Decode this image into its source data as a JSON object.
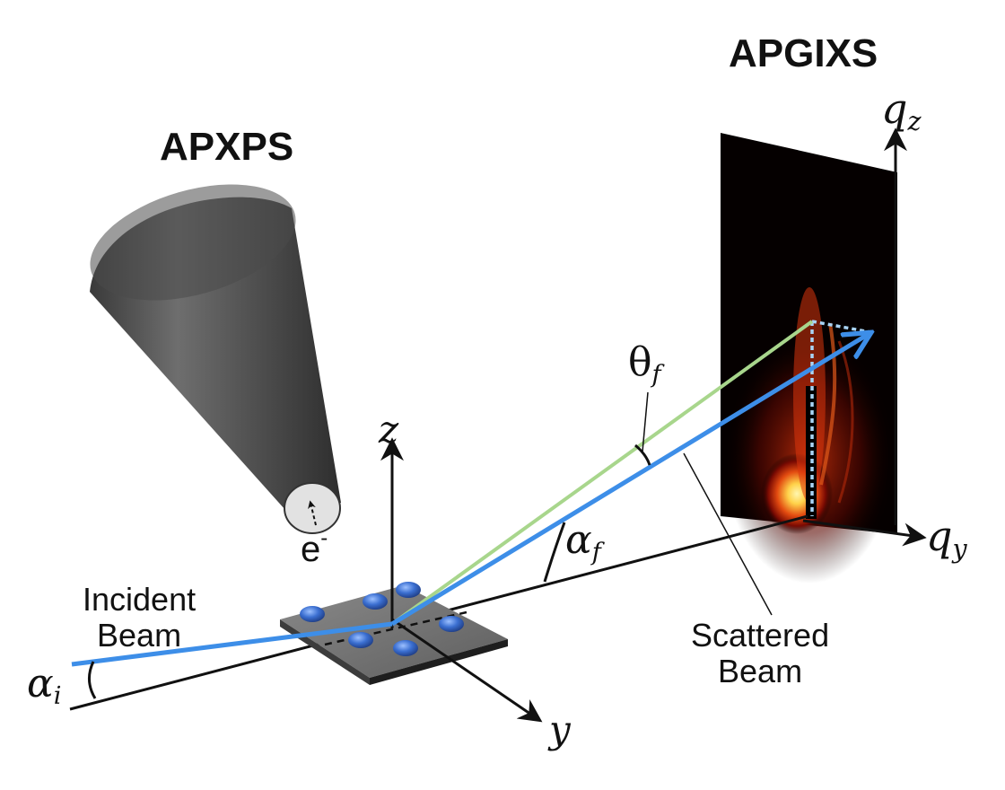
{
  "labels": {
    "apxps": "APXPS",
    "apgixs": "APGIXS",
    "electron": "e",
    "electron_sup": "-",
    "incident_beam_line1": "Incident",
    "incident_beam_line2": "Beam",
    "scattered_beam_line1": "Scattered",
    "scattered_beam_line2": "Beam",
    "axis_z": "z",
    "axis_y": "y",
    "axis_qz": "q",
    "axis_qz_sub": "z",
    "axis_qy": "q",
    "axis_qy_sub": "y",
    "alpha": "α",
    "alpha_i_sub": "i",
    "alpha_f_sub": "f",
    "theta": "θ",
    "theta_f_sub": "f"
  },
  "colors": {
    "incident_beam": "#3d8ee8",
    "scattered_beam": "#3d8ee8",
    "specular_beam": "#a8d68c",
    "detector_background": "#050000",
    "detector_hot": "#ffe98a",
    "detector_mid": "#d42a0a",
    "analyzer_cone": "#5a5a5a",
    "sample_plate": "#6a6a6a",
    "nanoparticles": "#3b6fd1",
    "projection_dotted": "#a9d4f5",
    "axes": "#111111"
  },
  "icons": {
    "analyzer": "cone-icon",
    "sample": "sample-plate-icon",
    "detector": "detector-image-icon"
  }
}
